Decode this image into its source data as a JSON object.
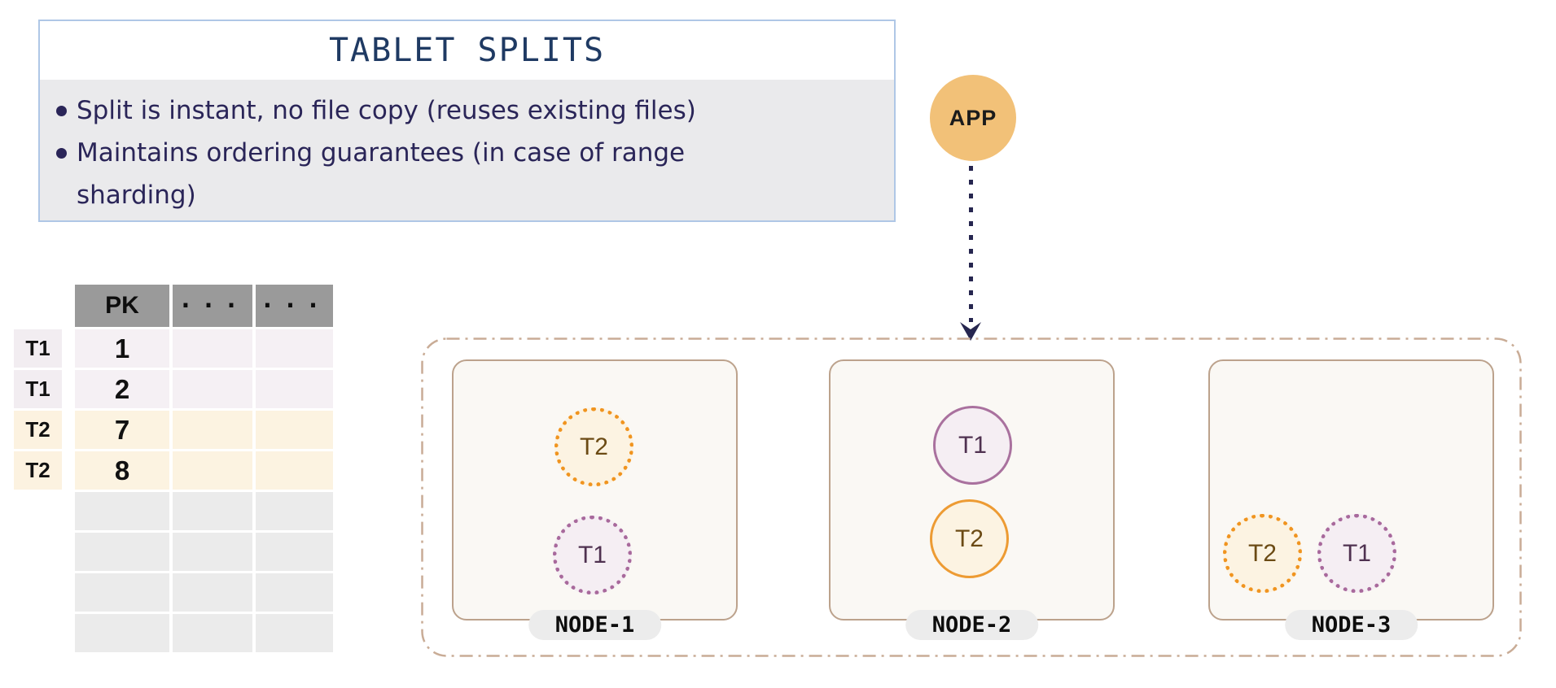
{
  "panel": {
    "title": "TABLET SPLITS",
    "bullets": [
      "Split is instant, no file copy (reuses existing files)",
      "Maintains ordering guarantees (in case of range sharding)"
    ]
  },
  "app": {
    "label": "APP"
  },
  "table": {
    "columns": [
      "PK",
      "...",
      "..."
    ],
    "row_labels": [
      "T1",
      "T1",
      "T2",
      "T2"
    ],
    "rows": [
      {
        "tablet": "T1",
        "pk": "1"
      },
      {
        "tablet": "T1",
        "pk": "2"
      },
      {
        "tablet": "T2",
        "pk": "7"
      },
      {
        "tablet": "T2",
        "pk": "8"
      },
      {
        "tablet": "",
        "pk": ""
      },
      {
        "tablet": "",
        "pk": ""
      },
      {
        "tablet": "",
        "pk": ""
      },
      {
        "tablet": "",
        "pk": ""
      }
    ]
  },
  "cluster": {
    "nodes": [
      {
        "name": "NODE-1",
        "tablets": [
          {
            "label": "T2",
            "style": "dotted"
          },
          {
            "label": "T1",
            "style": "dotted"
          }
        ]
      },
      {
        "name": "NODE-2",
        "tablets": [
          {
            "label": "T1",
            "style": "solid"
          },
          {
            "label": "T2",
            "style": "solid"
          }
        ]
      },
      {
        "name": "NODE-3",
        "tablets": [
          {
            "label": "T2",
            "style": "dotted"
          },
          {
            "label": "T1",
            "style": "dotted"
          }
        ]
      }
    ]
  },
  "colors": {
    "panel_border": "#AFC7E6",
    "panel_body_bg": "#EAEAEC",
    "title_text": "#1F3A63",
    "bullet_text": "#2A2558",
    "app_fill": "#F2C178",
    "arrow": "#26264F",
    "cluster_border": "#C9AC96",
    "node_border": "#BCA28C",
    "node_fill": "#FAF8F4",
    "pill_bg": "#ECECEC",
    "header_bg": "#9A9A9A",
    "t1_row_bg": "#F5F0F4",
    "t2_row_bg": "#FCF3E1",
    "empty_row_bg": "#EBEBEB",
    "t1_stroke": "#A9719E",
    "t1_fill": "#F5EEF3",
    "t1_text": "#4F3150",
    "t2_stroke": "#ED9B33",
    "t2_fill": "#FCF3E2",
    "t2_text": "#6B4A14"
  }
}
